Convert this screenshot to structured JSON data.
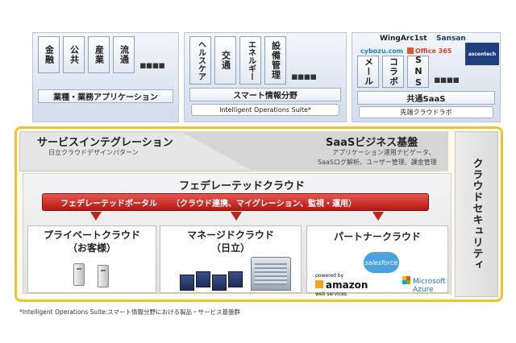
{
  "top": {
    "industry": {
      "tiles": [
        "金融",
        "公共",
        "産業",
        "流通"
      ],
      "dots": "▪▪▪▪",
      "label": "業種・業務アプリケーション"
    },
    "smart": {
      "tiles": [
        "ヘルスケア",
        "交通",
        "エネルギー",
        "設備管理"
      ],
      "dots": "▪▪▪▪",
      "label": "スマート情報分野",
      "sublabel": "Intelligent Operations Suite*"
    },
    "saas": {
      "logos": {
        "wingarc": "WingArc1st",
        "sansan": "Sansan",
        "cybozu": "cybozu.com",
        "office": "Office 365",
        "ascentech": "ascentech"
      },
      "tiles": [
        "メール",
        "コラボ",
        "SNS"
      ],
      "dots": "▪▪▪▪",
      "label": "共通SaaS",
      "sublabel": "先端クラウドラボ"
    }
  },
  "integration": {
    "title": "サービスインテグレーション",
    "subtitle": "日立クラウドデザインパターン"
  },
  "saas_base": {
    "title": "SaaSビジネス基盤",
    "line1": "アプリケーション運用ナビゲータ、",
    "line2": "SaaSログ解析、ユーザー管理、課金管理"
  },
  "federated": {
    "title": "フェデレーテッドクラウド",
    "portal": "フェデレーテッドポータル",
    "portal_detail": "（クラウド連携、マイグレーション、監視・運用）"
  },
  "clouds": {
    "private": {
      "title": "プライベートクラウド",
      "sub": "（お客様）"
    },
    "managed": {
      "title": "マネージドクラウド",
      "sub": "（日立）"
    },
    "partner": {
      "title": "パートナークラウド",
      "amazon": "amazon",
      "amazon_sub": "web services",
      "amazon_top": "powered by",
      "salesforce": "salesforce",
      "azure_line1": "Microsoft",
      "azure_line2": "Azure"
    }
  },
  "security": "クラウドセキュリティ",
  "footnote": "*Intelligent Operations Suite:スマート情報分野における製品・サービス基盤群",
  "colors": {
    "accent_border": "#f1c232",
    "portal_red": "#c0231c"
  }
}
